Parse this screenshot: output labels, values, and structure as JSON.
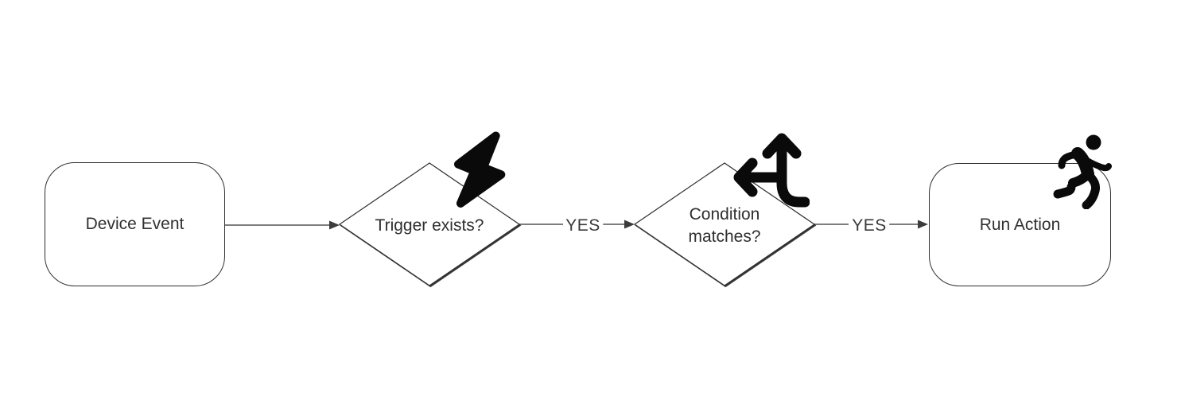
{
  "diagram": {
    "type": "flowchart",
    "background_color": "#ffffff",
    "colors": {
      "node_border": "#2f2f2f",
      "diamond_stroke": "#2d2d2d",
      "connector": "#545454",
      "arrowhead": "#3c3c3c",
      "text": "#303030",
      "icon": "#0a0a0a"
    },
    "nodes": [
      {
        "id": "device-event",
        "shape": "rounded-rectangle",
        "label": "Device Event"
      },
      {
        "id": "trigger-exists",
        "shape": "diamond",
        "label": "Trigger exists?",
        "icon": "lightning-bolt-icon"
      },
      {
        "id": "condition-matches",
        "shape": "diamond",
        "label": "Condition matches?",
        "icon": "branch-arrows-icon"
      },
      {
        "id": "run-action",
        "shape": "rounded-rectangle",
        "label": "Run Action",
        "icon": "running-person-icon"
      }
    ],
    "edges": [
      {
        "from": "device-event",
        "to": "trigger-exists",
        "label": ""
      },
      {
        "from": "trigger-exists",
        "to": "condition-matches",
        "label": "YES"
      },
      {
        "from": "condition-matches",
        "to": "run-action",
        "label": "YES"
      }
    ]
  }
}
